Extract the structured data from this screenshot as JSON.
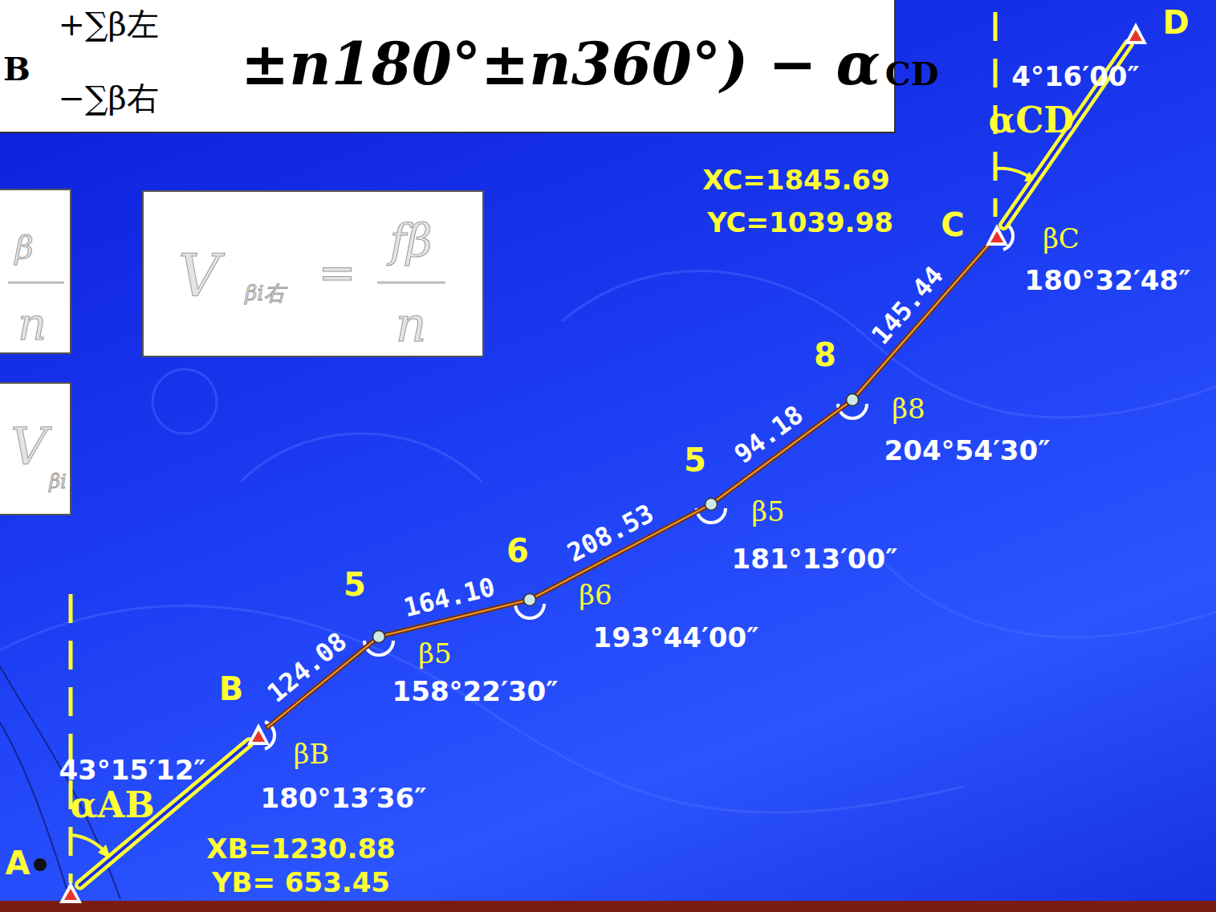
{
  "diagram": {
    "nodes": [
      {
        "text": [
          "A"
        ]
      },
      {
        "text": [
          "B",
          "βB",
          "180°13′36″"
        ]
      },
      {
        "text": [
          "5",
          "β5",
          "158°22′30″"
        ]
      },
      {
        "text": [
          "6",
          "β6",
          "193°44′00″"
        ]
      },
      {
        "text": [
          "5",
          "β5",
          "181°13′00″"
        ]
      },
      {
        "text": [
          "8",
          "β8",
          "204°54′30″"
        ]
      },
      {
        "text": [
          "C",
          "βC",
          "180°32′48″"
        ]
      },
      {
        "text": [
          "D"
        ]
      }
    ],
    "edges": [
      {
        "from": 0,
        "to": 1,
        "arrow": "none"
      },
      {
        "from": 1,
        "to": 2,
        "arrow": "none",
        "label": "124.08"
      },
      {
        "from": 2,
        "to": 3,
        "arrow": "none",
        "label": "164.10"
      },
      {
        "from": 3,
        "to": 4,
        "arrow": "none",
        "label": "208.53"
      },
      {
        "from": 4,
        "to": 5,
        "arrow": "none",
        "label": "94.18"
      },
      {
        "from": 5,
        "to": 6,
        "arrow": "none",
        "label": "145.44"
      },
      {
        "from": 6,
        "to": 7,
        "arrow": "none"
      }
    ],
    "labels": [
      "B",
      "+∑β左",
      "−∑β右",
      "±n180°±n360°) −",
      "α",
      "CD",
      "β",
      "n",
      "V",
      "βi右",
      "=",
      "fβ",
      "n",
      "V",
      "βi",
      "4°16′00″",
      "αCD",
      "XC=1845.69",
      "YC=1039.98",
      "43°15′12″",
      "αAB",
      "XB=1230.88",
      "YB= 653.45"
    ]
  }
}
